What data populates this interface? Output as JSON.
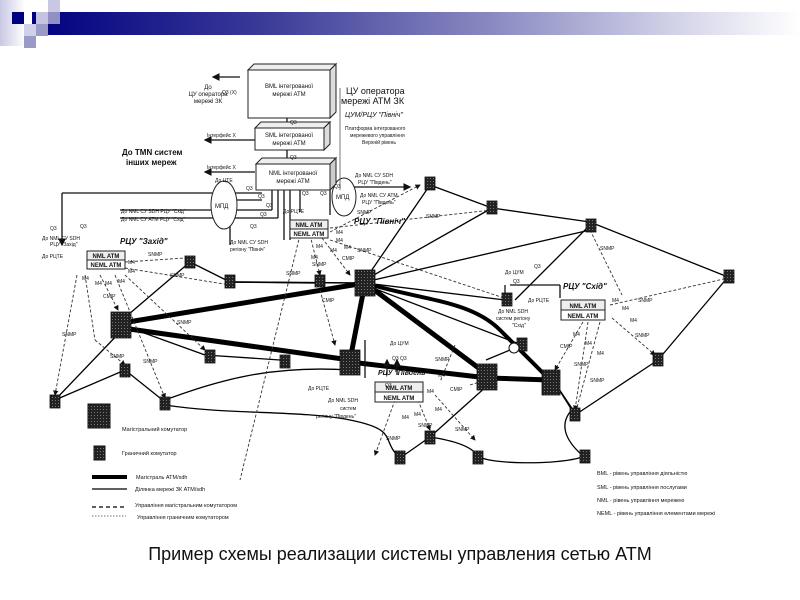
{
  "slide": {
    "caption": "Пример схемы реализации системы управления сетью АТМ",
    "accent_color": "#000080"
  },
  "platform": {
    "bml_box": "BML інтегрованої мережі АТМ",
    "sml_box": "SML інтегрованої мережі АТМ",
    "nml_box": "NML інтегрованої мережі АТМ",
    "bml_box_l1": "BML інтегрованої",
    "bml_box_l2": "мережі АТМ",
    "sml_box_l1": "SML інтегрованої",
    "sml_box_l2": "мережі АТМ",
    "nml_box_l1": "NML інтегрованої",
    "nml_box_l2": "мережі АТМ",
    "title_l1": "ЦУ оператора",
    "title_l2": "мережі АТМ ЗК",
    "subtitle": "ЦУМ/РЦУ \"Північ\"",
    "desc_l1": "Платформа інтегрованого",
    "desc_l2": "мережевого управління",
    "desc_l3": "Верхній рівень",
    "to_operator_l1": "До",
    "to_operator_l2": "ЦУ оператора",
    "to_operator_l3": "мережі ЗК",
    "q3x": "Q3 (X)",
    "q3": "Q3",
    "iface_x": "Інтерфейс Х",
    "tmn_l1": "До TMN систем",
    "tmn_l2": "інших мереж",
    "to_cte": "До ЦТЕ",
    "mpd": "МПД"
  },
  "regions": {
    "west": {
      "title": "РЦУ \"Захід\"",
      "nml": "NML ATM",
      "neml": "NEML ATM",
      "to_sdh_l1": "До NML СУ SDH",
      "to_sdh_l2": "РЦУ \"Захід\"",
      "to_rcte": "До РЦТЕ"
    },
    "north": {
      "title": "РЦУ \"Північ\"",
      "nml": "NML ATM",
      "neml": "NEML ATM",
      "to_rcte": "До РЦТЕ",
      "to_sdh_l1": "До NML СУ SDH",
      "to_sdh_l2": "регіону \"Північ\""
    },
    "east": {
      "title": "РЦУ \"Схід\"",
      "nml": "NML ATM",
      "neml": "NEML ATM",
      "to_cum": "До ЦУМ",
      "to_rcte": "До РЦТЕ",
      "to_sdh_l1": "До NML SDH",
      "to_sdh_l2": "систем регіону",
      "to_sdh_l3": "\"Схід\""
    },
    "south": {
      "title": "РЦУ \"Південь\"",
      "nml": "NML ATM",
      "neml": "NEML ATM",
      "to_cum": "До ЦУМ",
      "to_rcte": "До РЦТЕ",
      "to_sdh_l1": "До NML SDH",
      "to_sdh_l2": "систем",
      "to_sdh_l3": "регіону \"Південь\""
    }
  },
  "links_text": {
    "to_sdh_east": "До NML СУ SDH РЦУ \"Схід\"",
    "to_atm_east": "До NML СУ ATM РЦУ \"Схід\"",
    "to_sdh_south_l1": "До NML СУ SDH",
    "to_sdh_south_l2": "РЦУ \"Південь\"",
    "to_atm_south_l1": "До NML СУ АТМ",
    "to_atm_south_l2": "РЦУ \"Південь\""
  },
  "protocols": {
    "snmp": "SNMP",
    "cmip": "CMIP",
    "m4": "M4",
    "q3": "Q3"
  },
  "legend": {
    "items": [
      {
        "icon": "backbone-switch-icon",
        "label": "Магістральний комутатор"
      },
      {
        "icon": "edge-switch-icon",
        "label": "Граничний комутатор"
      },
      {
        "icon": "thick-line-icon",
        "label": "Магістраль АТМ/sdh"
      },
      {
        "icon": "thin-line-icon",
        "label": "Ділянка мережі ЗК АТМ/sdh"
      },
      {
        "icon": "dashed-line-icon",
        "label": "Управління магістральним комутатором"
      },
      {
        "icon": "dotted-line-icon",
        "label": "Управління граничним комутатором"
      }
    ],
    "levels": [
      "BML - рівень управління діяльністю",
      "SML - рівень  управління послугами",
      "NML - рівень  управління мережею",
      "NEML - рівень  управління елементами мережі"
    ]
  }
}
